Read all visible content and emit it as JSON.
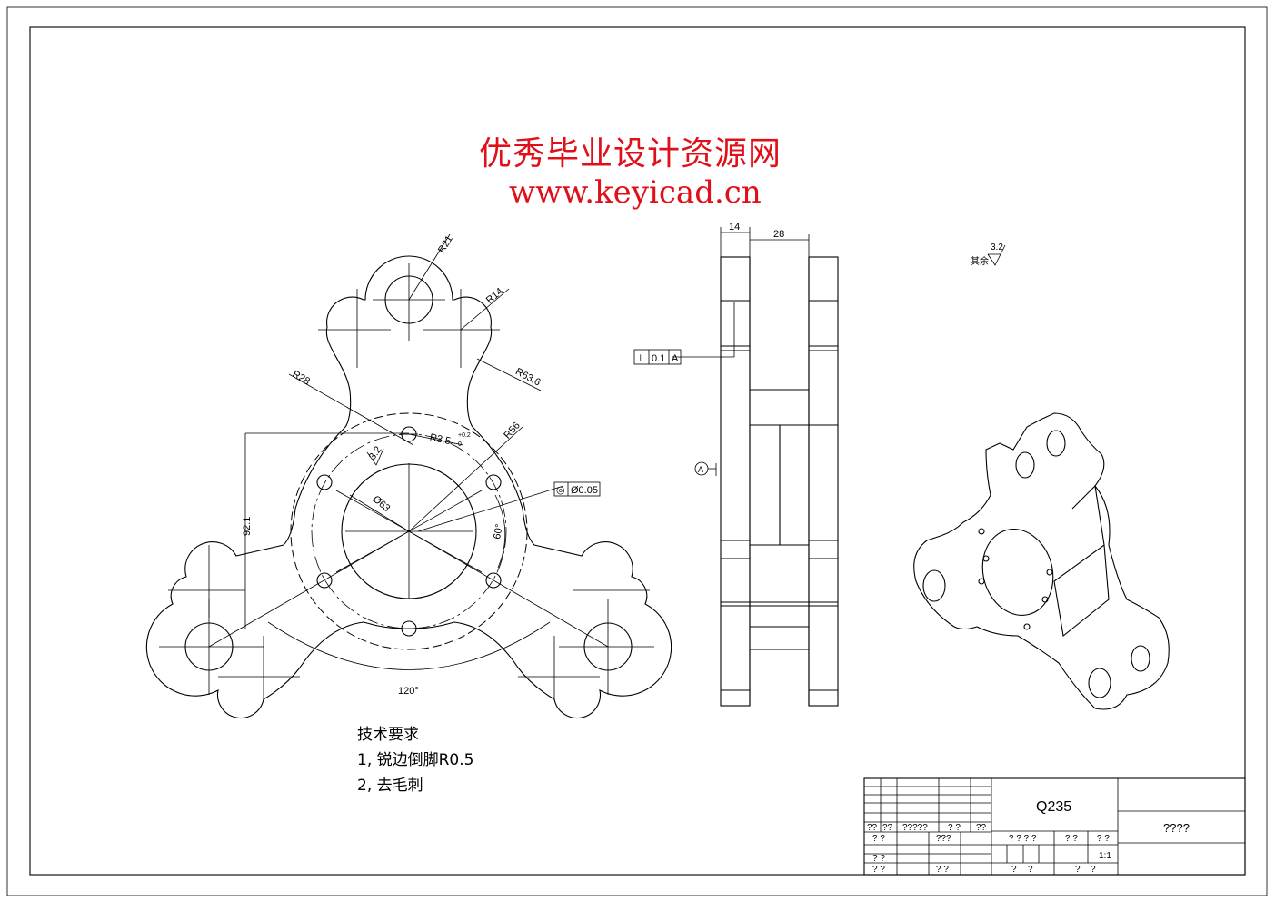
{
  "watermark": {
    "title": "优秀毕业设计资源网",
    "url": "www.keyicad.cn",
    "color": "#e0101a"
  },
  "front_view": {
    "dims": {
      "r21": "R21",
      "r14": "R14",
      "r63": "R63.6",
      "r28": "R28",
      "r35": "R3.5",
      "r35_tol_up": "+0.2",
      "r35_tol_lo": "0",
      "r56": "R56",
      "rough": "3.2",
      "dia63": "Ø63",
      "h92": "92.1",
      "a60": "60°",
      "a120": "120°"
    }
  },
  "side_view": {
    "dims": {
      "w14": "14",
      "w28": "28"
    },
    "perp_frame": {
      "symbol": "⊥",
      "value": "0.1",
      "datum": "A"
    },
    "datum_label": "A",
    "conc_frame": {
      "symbol": "◎",
      "value": "Ø0.05"
    }
  },
  "roughness_note": {
    "label": "其余",
    "value": "3.2"
  },
  "tech_requirements": {
    "title": "技术要求",
    "items": [
      "1, 锐边倒脚R0.5",
      "2, 去毛刺"
    ]
  },
  "title_block": {
    "material": "Q235",
    "drawing_name": "????",
    "scale": "1:1",
    "cells": {
      "c1": "??",
      "c2": "??",
      "c3": "?????",
      "c4": "? ?",
      "c5": "??",
      "c6": "? ?",
      "c7": "???",
      "c8": "? ?",
      "c9": "? ?",
      "c10": "? ?",
      "c11": "? ? ? ?",
      "c12": "? ?",
      "c13": "? ?",
      "c14": "?",
      "c15": "?",
      "c16": "?",
      "c17": "?"
    }
  }
}
